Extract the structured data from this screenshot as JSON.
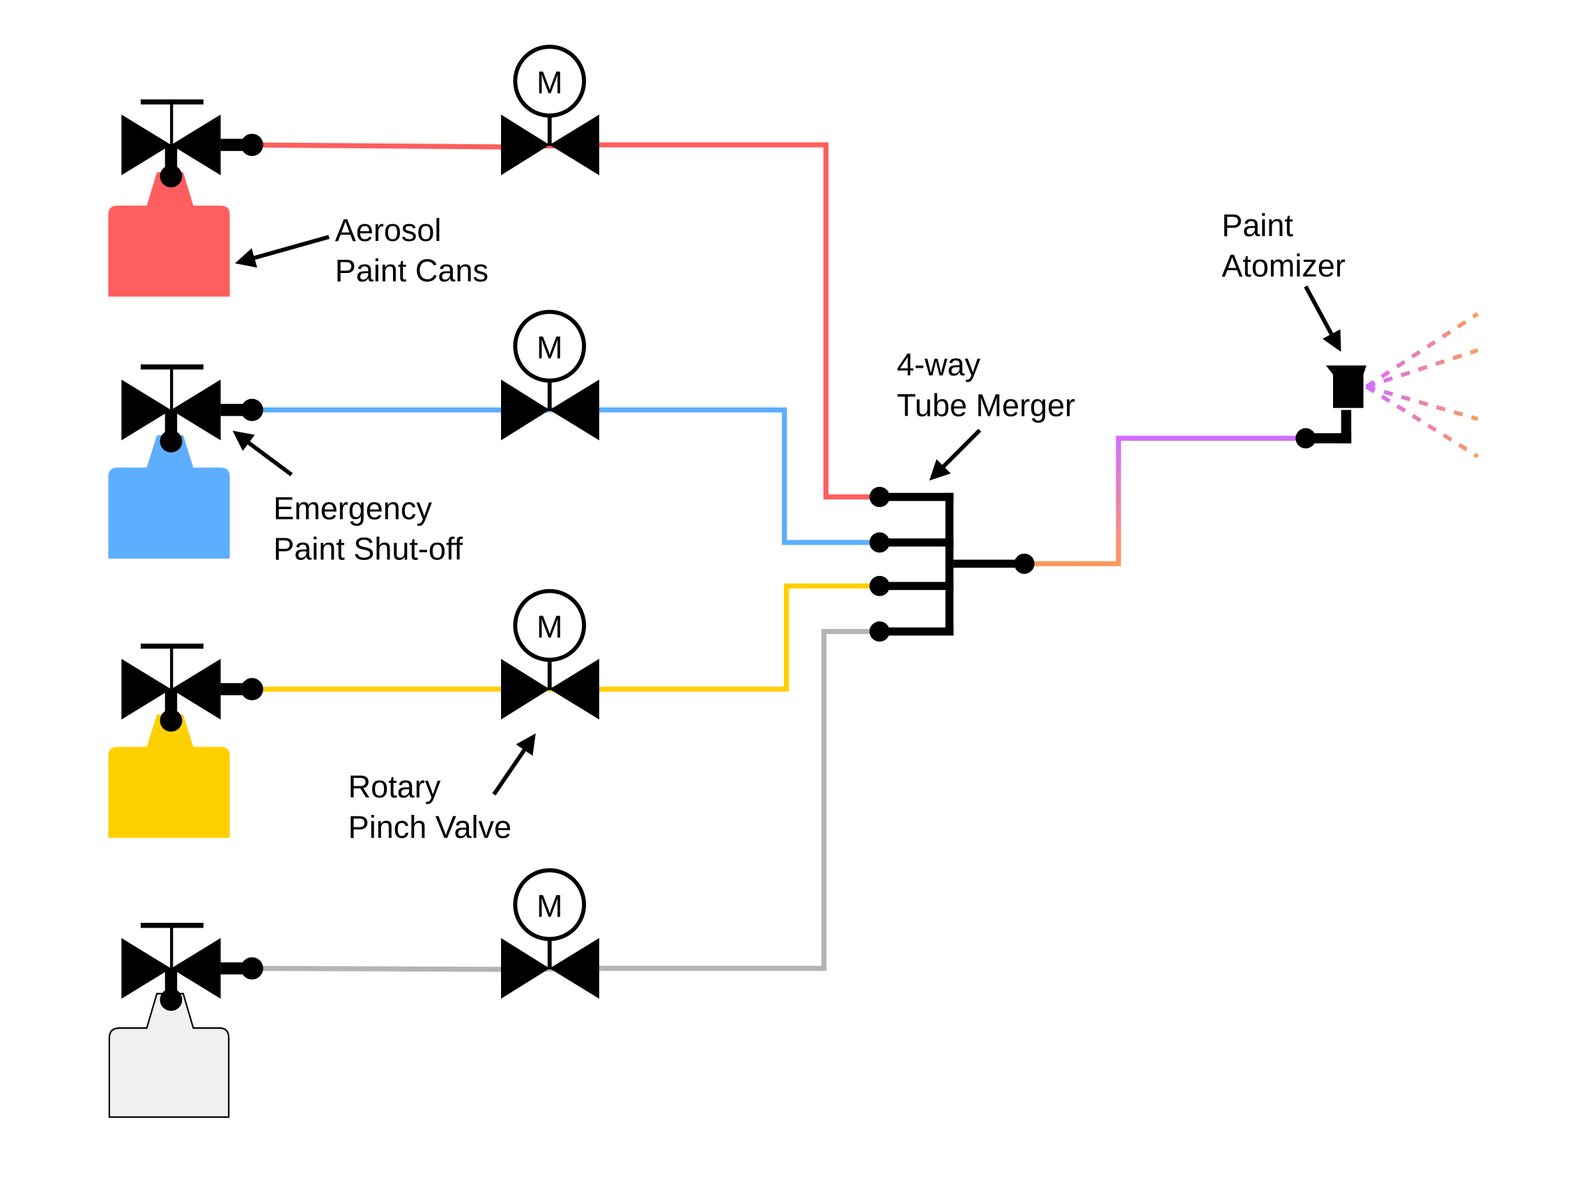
{
  "title": "Paint mixing valve diagram",
  "colors": {
    "red": "#FF5E5E",
    "blue": "#5DAEFF",
    "yellow": "#FFD000",
    "gray": "#B4B4B4",
    "gray_can": "#F0F0F0",
    "orange": "#FF9A5A",
    "purple": "#D26EFF",
    "black": "#000000"
  },
  "motor_label": "M",
  "lines": [
    {
      "name": "red",
      "color": "#FF5E5E"
    },
    {
      "name": "blue",
      "color": "#5DAEFF"
    },
    {
      "name": "yellow",
      "color": "#FFD000"
    },
    {
      "name": "gray",
      "color": "#B4B4B4"
    }
  ],
  "labels": {
    "aerosol": [
      "Aerosol",
      "Paint Cans"
    ],
    "shutoff": [
      "Emergency",
      "Paint Shut-off"
    ],
    "pinch": [
      "Rotary",
      "Pinch Valve"
    ],
    "merger": [
      "4-way",
      "Tube Merger"
    ],
    "atomizer": [
      "Paint",
      "Atomizer"
    ]
  }
}
